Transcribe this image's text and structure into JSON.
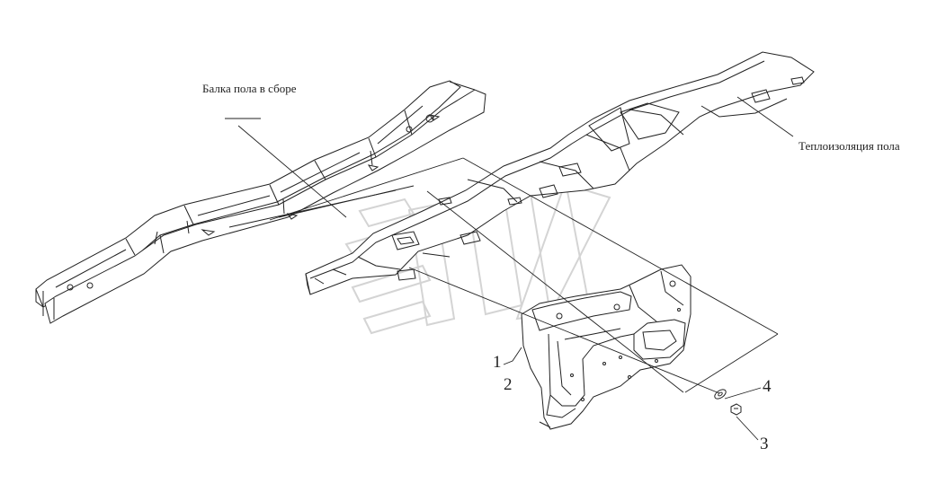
{
  "labels": {
    "floor_beam_assembly": "Балка пола в сборе",
    "floor_insulation": "Теплоизоляция пола"
  },
  "callouts": {
    "c1": "1",
    "c2": "2",
    "c3": "3",
    "c4": "4"
  },
  "colors": {
    "line": "#222222",
    "watermark": "#d4d4d4"
  },
  "icons": {
    "watermark": "manufacturer-logo-watermark"
  }
}
